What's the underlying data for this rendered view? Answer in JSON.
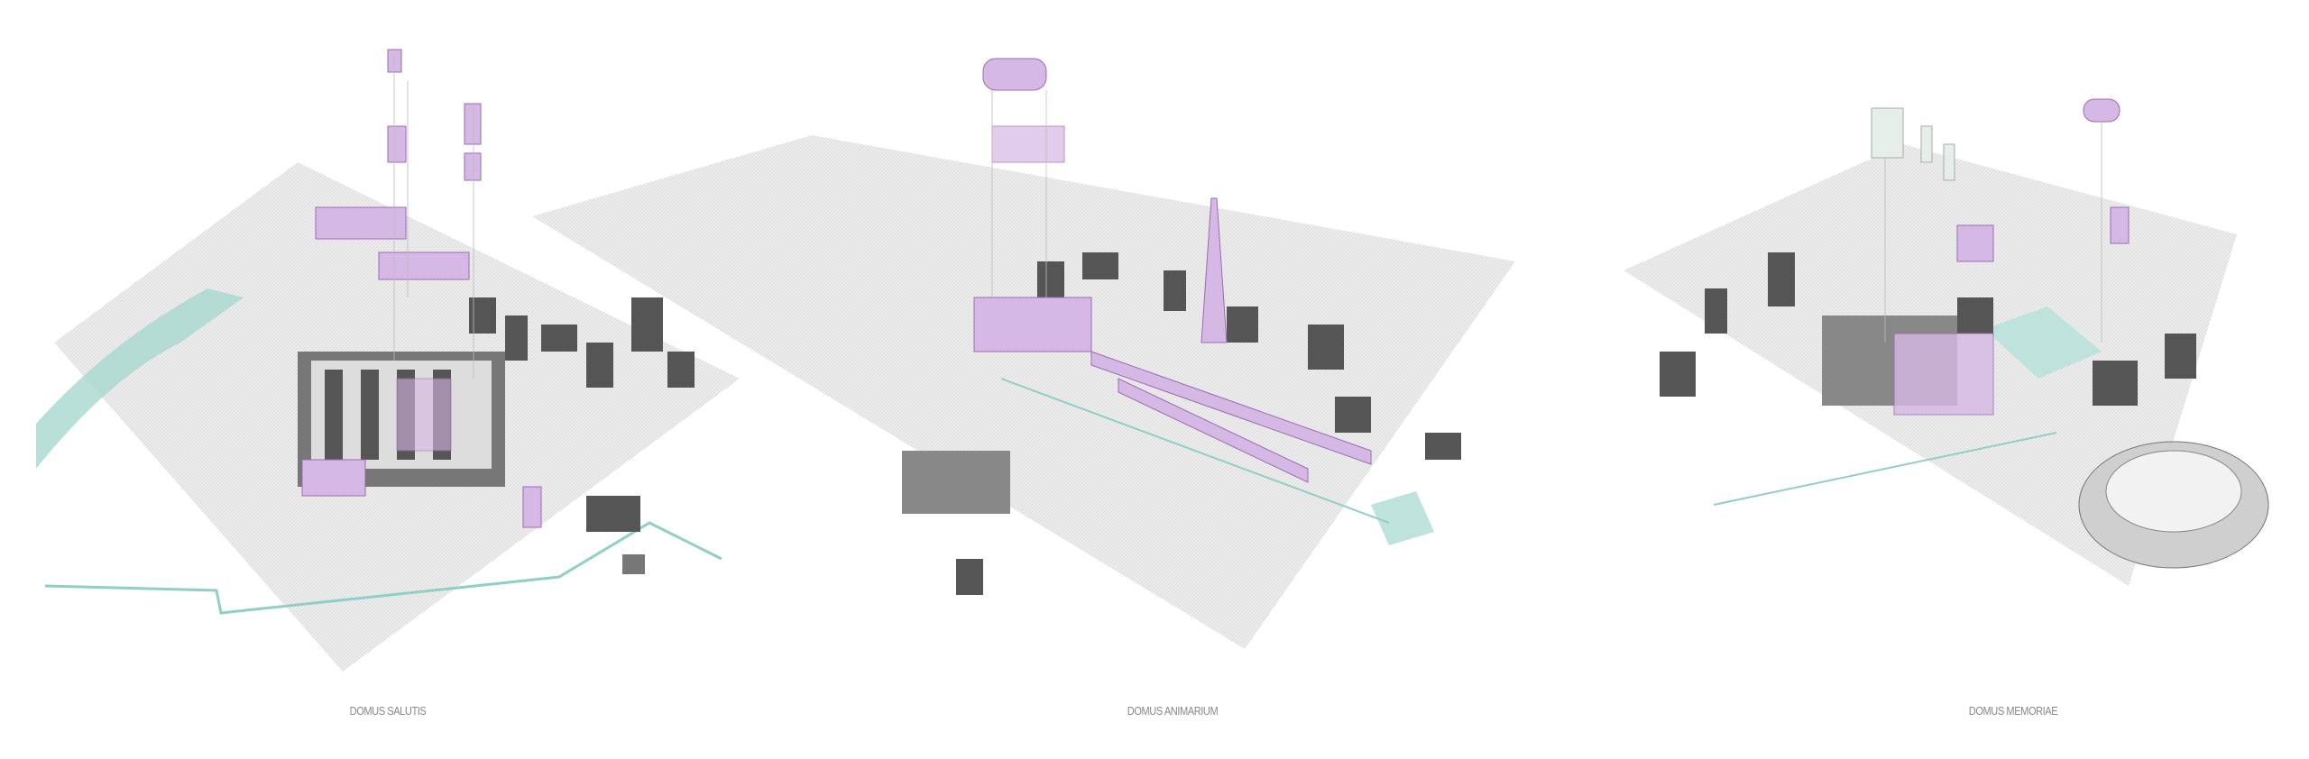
{
  "panels": [
    {
      "caption": "DOMUS SALUTIS"
    },
    {
      "caption": "DOMUS ANIMARIUM"
    },
    {
      "caption": "DOMUS MEMORIAE"
    }
  ],
  "colors": {
    "ground": "#e8e8e8",
    "building": "#5a5a5a",
    "accent_purple": "#b98ccf",
    "accent_teal": "#8fcfc4"
  }
}
